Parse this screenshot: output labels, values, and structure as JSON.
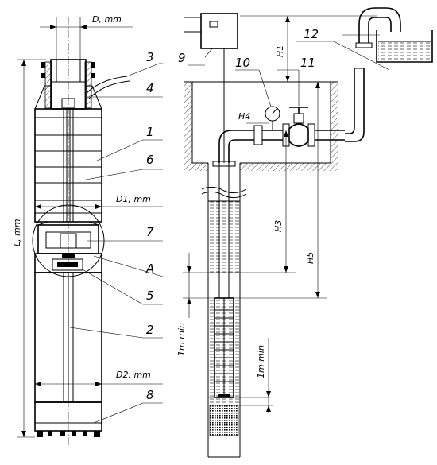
{
  "callouts": {
    "n1": "1",
    "n2": "2",
    "n3": "3",
    "n4": "4",
    "n5": "5",
    "n6": "6",
    "n7": "7",
    "n8": "8",
    "n9": "9",
    "n10": "10",
    "n11": "11",
    "n12": "12",
    "a": "A"
  },
  "dimensions": {
    "D": "D, mm",
    "D1": "D1, mm",
    "D2": "D2, mm",
    "L": "L, mm",
    "H1": "H1",
    "H3": "H3",
    "H4": "H4",
    "H5": "H5",
    "min_a": "1m min",
    "min_b": "1m min"
  }
}
